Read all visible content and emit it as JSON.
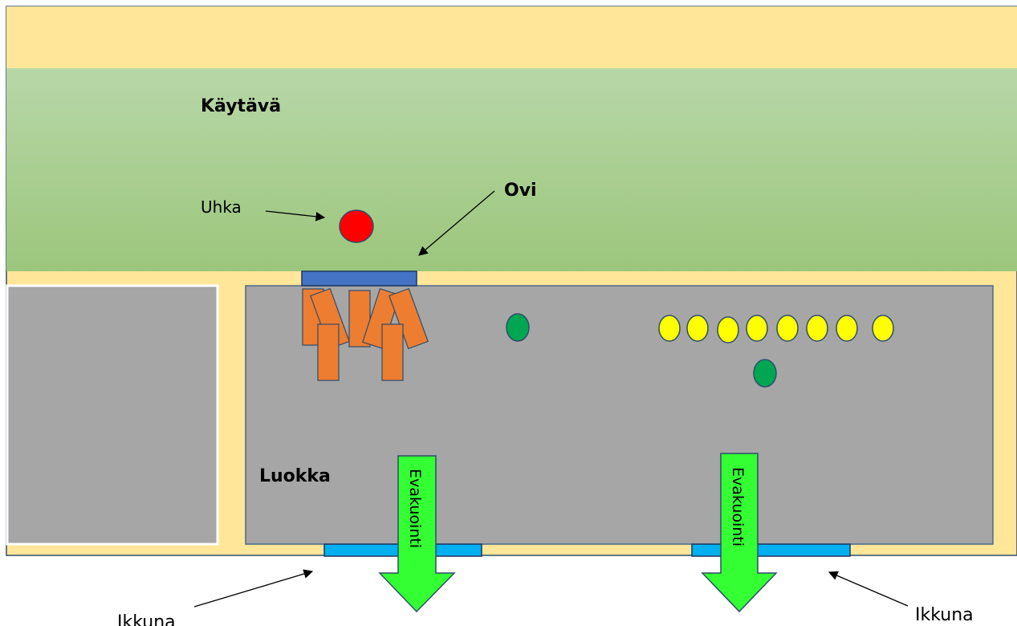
{
  "labels": {
    "corridor": "Käytävä",
    "classroom": "Luokka",
    "threat": "Uhka",
    "door": "Ovi",
    "window_left": "Ikkuna",
    "window_right": "Ikkuna"
  },
  "arrows": [
    "Evakuointi",
    "Evakuointi"
  ],
  "desks": 7,
  "students": 8,
  "adults": 2,
  "colors": {
    "top_strip": "#ffe699",
    "corridor_top": "#b4d4a4",
    "corridor_bottom": "#9ec77e",
    "room": "#a6a6a6",
    "door": "#4472c4",
    "window": "#00b0f0",
    "desk": "#ed7d31",
    "threat": "#ff0000",
    "student": "#ffff00",
    "adult": "#00a651",
    "arrow": "#33ff33"
  }
}
